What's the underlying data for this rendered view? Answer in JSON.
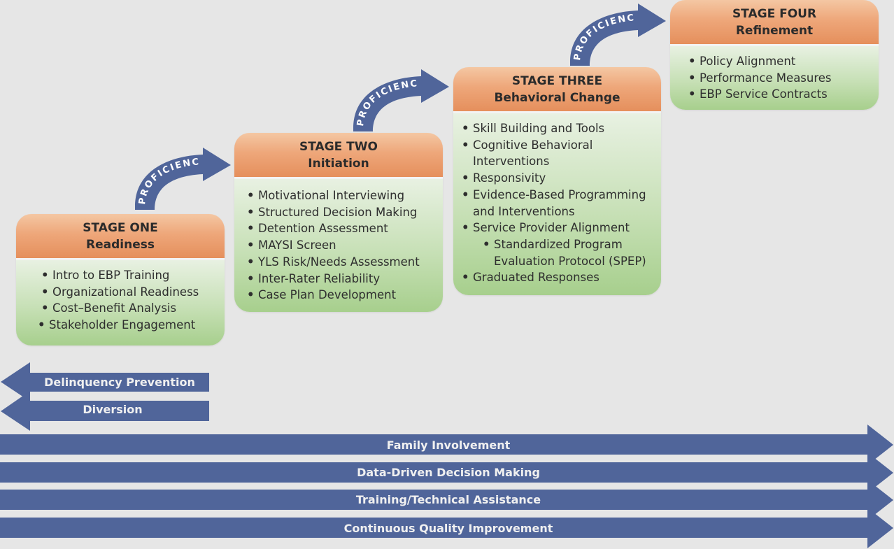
{
  "colors": {
    "background": "#e6e6e6",
    "arrow_blue": "#50659a",
    "stage_header_orange": "#eea77a",
    "stage_body_green": "#c7e0b6"
  },
  "stages": [
    {
      "title": "STAGE ONE",
      "subtitle": "Readiness",
      "items": [
        "Intro to EBP Training",
        "Organizational Readiness",
        "Cost–Benefit Analysis",
        "Stakeholder Engagement"
      ]
    },
    {
      "title": "STAGE TWO",
      "subtitle": "Initiation",
      "items": [
        "Motivational Interviewing",
        "Structured Decision Making",
        "Detention Assessment",
        "MAYSI Screen",
        "YLS Risk/Needs Assessment",
        "Inter-Rater Reliability",
        "Case Plan Development"
      ]
    },
    {
      "title": "STAGE THREE",
      "subtitle": "Behavioral Change",
      "items": [
        {
          "line1": "Skill Building and Tools"
        },
        {
          "line1": "Cognitive Behavioral",
          "line2": "Interventions"
        },
        {
          "line1": "Responsivity"
        },
        {
          "line1": "Evidence-Based Programming",
          "line2": "and Interventions"
        },
        {
          "line1": "Service Provider Alignment"
        },
        {
          "line1": "Standardized Program",
          "line2": "Evaluation Protocol (SPEP)",
          "sub": true
        },
        {
          "line1": "Graduated Responses"
        }
      ]
    },
    {
      "title": "STAGE FOUR",
      "subtitle": "Refinement",
      "items": [
        "Policy Alignment",
        "Performance Measures",
        "EBP Service Contracts"
      ]
    }
  ],
  "proficiency_arrows": [
    "PROFICIENCY",
    "PROFICIENCY",
    "PROFICIENCY"
  ],
  "left_arrows": [
    "Delinquency Prevention",
    "Diversion"
  ],
  "right_arrows": [
    "Family Involvement",
    "Data-Driven Decision Making",
    "Training/Technical Assistance",
    "Continuous Quality Improvement"
  ]
}
